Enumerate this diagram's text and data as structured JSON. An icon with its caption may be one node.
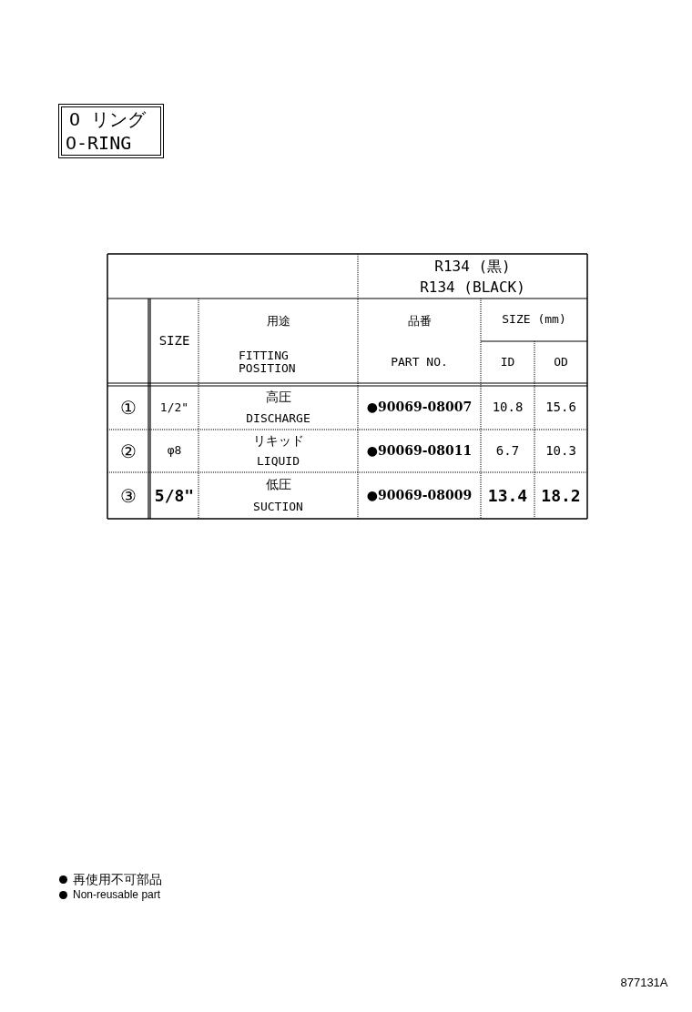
{
  "diagram": {
    "nodes": [
      {
        "text": [
          "O リング",
          "O-RING"
        ]
      }
    ],
    "labels": [
      "R134 (黒)",
      "R134 (BLACK)",
      "SIZE",
      "用途",
      "FITTING POSITION",
      "品番",
      "PART NO.",
      "SIZE (mm)",
      "ID",
      "OD",
      "①",
      "1/2\"",
      "高圧",
      "DISCHARGE",
      "●90069-08007",
      "10.8",
      "15.6",
      "②",
      "φ8",
      "リキッド",
      "LIQUID",
      "●90069-08011",
      "6.7",
      "10.3",
      "③",
      "5/8\"",
      "低圧",
      "SUCTION",
      "●90069-08009",
      "13.4",
      "18.2",
      "877131A"
    ],
    "legend": [
      {
        "text": "再使用不可部品"
      },
      {
        "text": "Non-reusable part"
      }
    ]
  }
}
